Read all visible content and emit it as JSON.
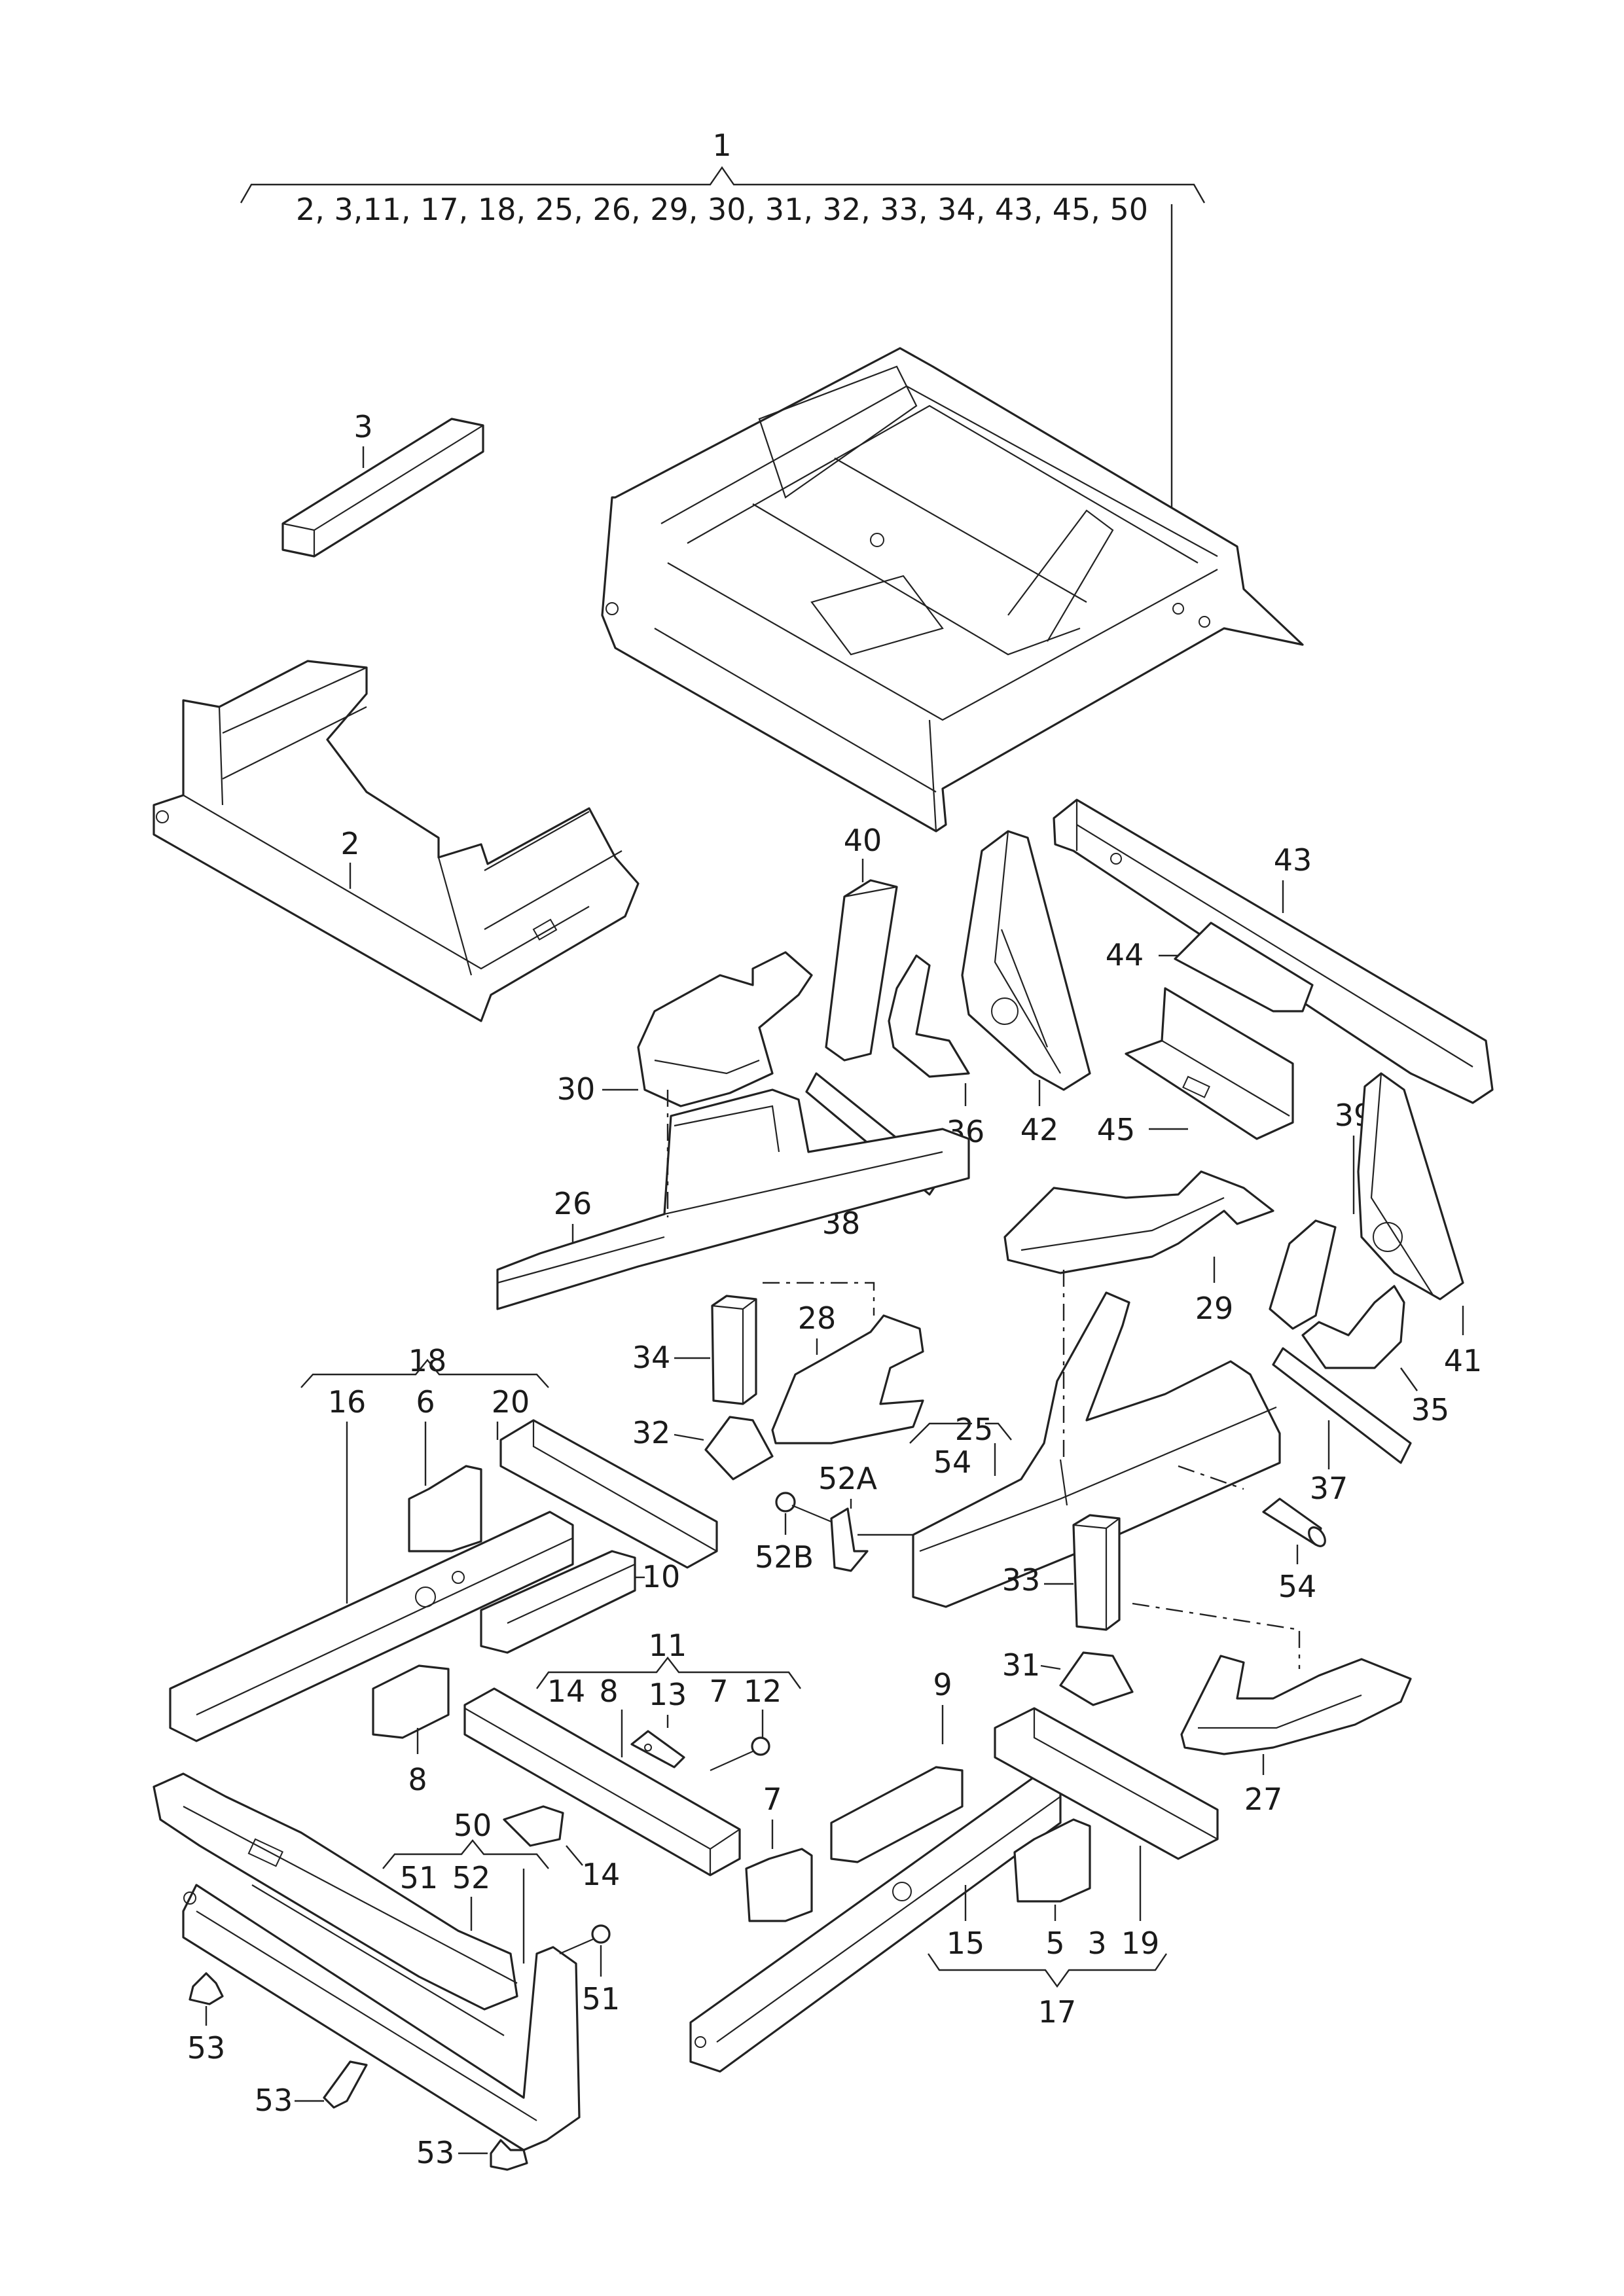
{
  "assembly": {
    "main_label": "1",
    "sub_list": "2, 3,11, 17, 18, 25, 26, 29, 30, 31, 32, 33, 34, 43, 45, 50"
  },
  "callouts": {
    "c2": "2",
    "c3a": "3",
    "c3b": "3",
    "c5": "5",
    "c6": "6",
    "c7a": "7",
    "c7b": "7",
    "c8a": "8",
    "c8b": "8",
    "c9": "9",
    "c10": "10",
    "c11": "11",
    "c12": "12",
    "c13": "13",
    "c14a": "14",
    "c14b": "14",
    "c15": "15",
    "c16": "16",
    "c17": "17",
    "c18": "18",
    "c19": "19",
    "c20": "20",
    "c25": "25",
    "c26": "26",
    "c27": "27",
    "c28": "28",
    "c29": "29",
    "c30": "30",
    "c31": "31",
    "c32": "32",
    "c33": "33",
    "c34": "34",
    "c35": "35",
    "c36": "36",
    "c37": "37",
    "c38": "38",
    "c39": "39",
    "c40": "40",
    "c41": "41",
    "c42": "42",
    "c43": "43",
    "c44": "44",
    "c45": "45",
    "c50": "50",
    "c51a": "51",
    "c51b": "51",
    "c52": "52",
    "c52a": "52A",
    "c52b": "52B",
    "c53a": "53",
    "c53b": "53",
    "c53c": "53",
    "c54a": "54",
    "c54b": "54"
  }
}
